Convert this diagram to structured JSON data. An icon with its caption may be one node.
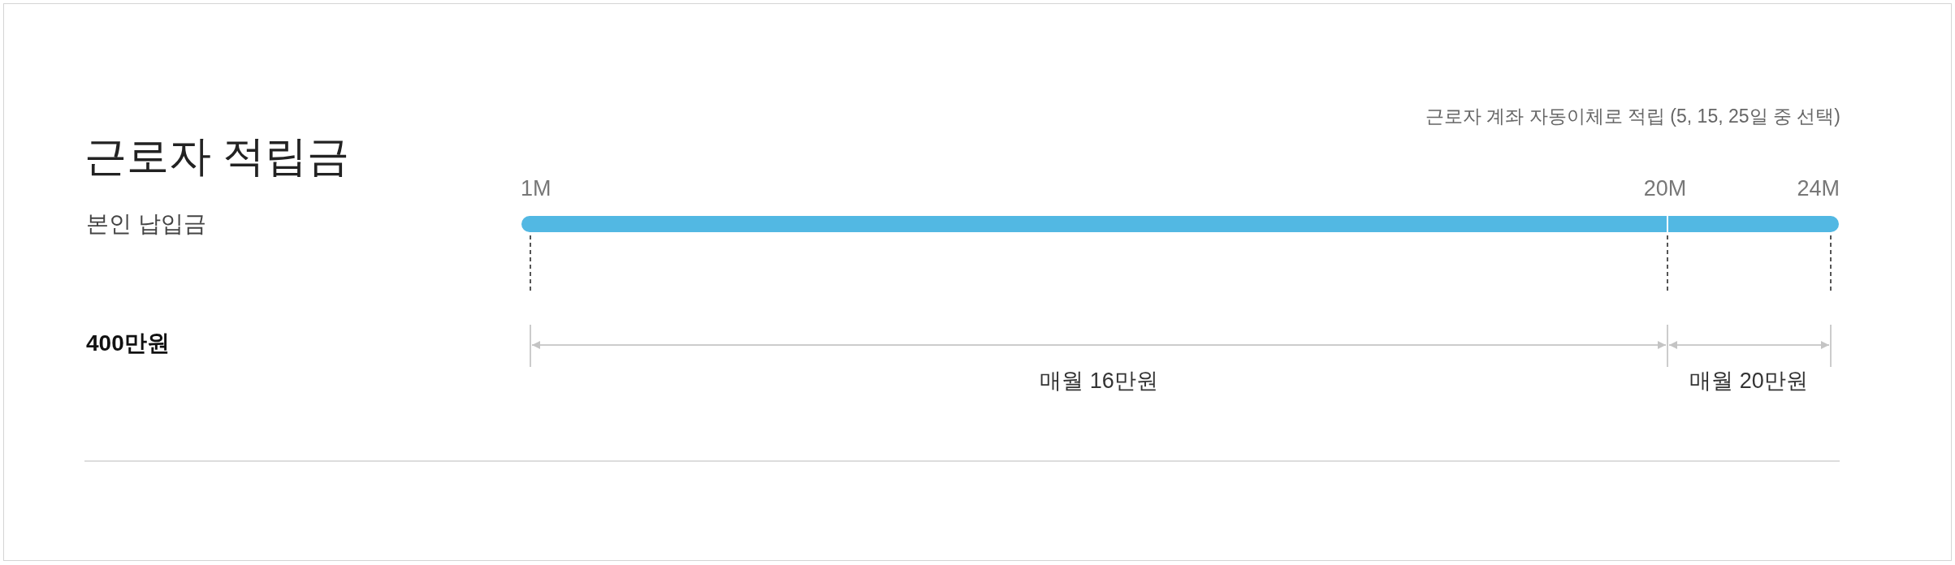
{
  "diagram": {
    "title": "근로자 적립금",
    "labels": [
      "근로자 계좌 자동이체로 적립 (5, 15, 25일 중 선택)",
      "본인 납입금",
      "1M",
      "20M",
      "24M",
      "400만원",
      "매월 16만원",
      "매월 20만원"
    ]
  }
}
